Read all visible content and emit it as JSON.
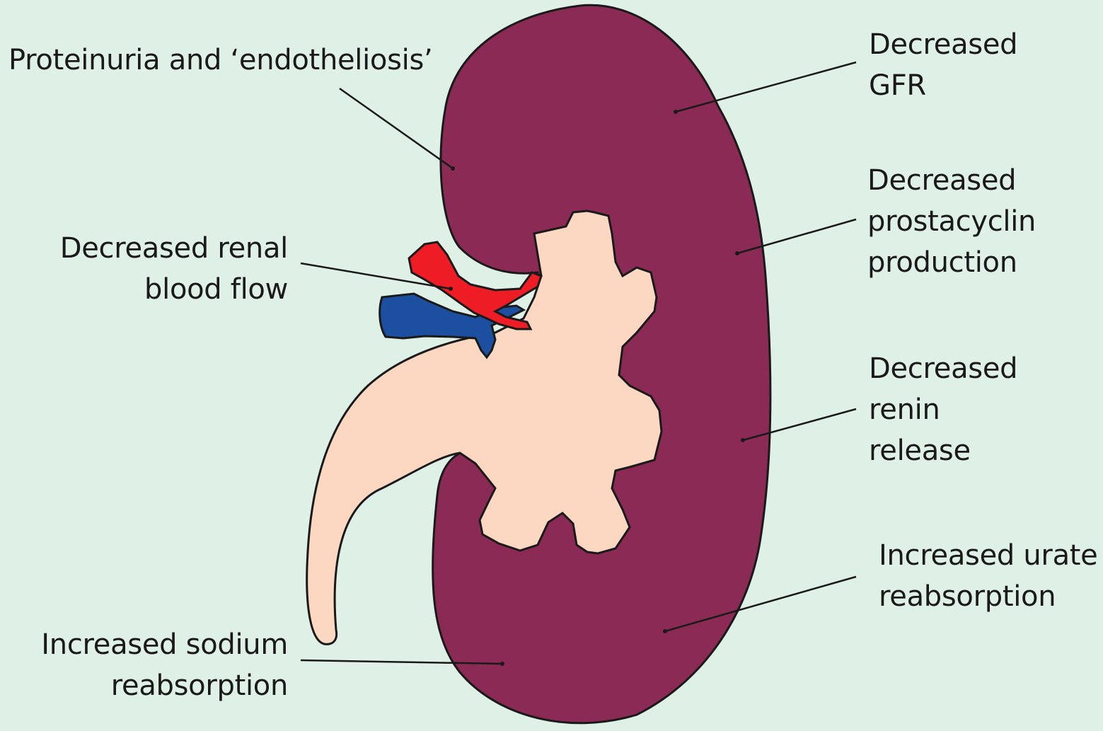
{
  "labels": {
    "proteinuria": [
      "Proteinuria and ‘endotheliosis’"
    ],
    "renal_flow": [
      "Decreased renal",
      "blood flow"
    ],
    "sodium": [
      "Increased sodium",
      "reabsorption"
    ],
    "gfr": [
      "Decreased",
      "GFR"
    ],
    "prostacyclin": [
      "Decreased",
      "prostacyclin",
      "production"
    ],
    "renin": [
      "Decreased",
      "renin",
      "release"
    ],
    "urate": [
      "Increased urate",
      "reabsorption"
    ]
  },
  "colors": {
    "background": "#dff0e6",
    "cortex": "#8b2a54",
    "pelvis": "#fcd8c2",
    "artery": "#ee1c24",
    "vein": "#1d4fa0",
    "outline": "#1a1a1a"
  }
}
